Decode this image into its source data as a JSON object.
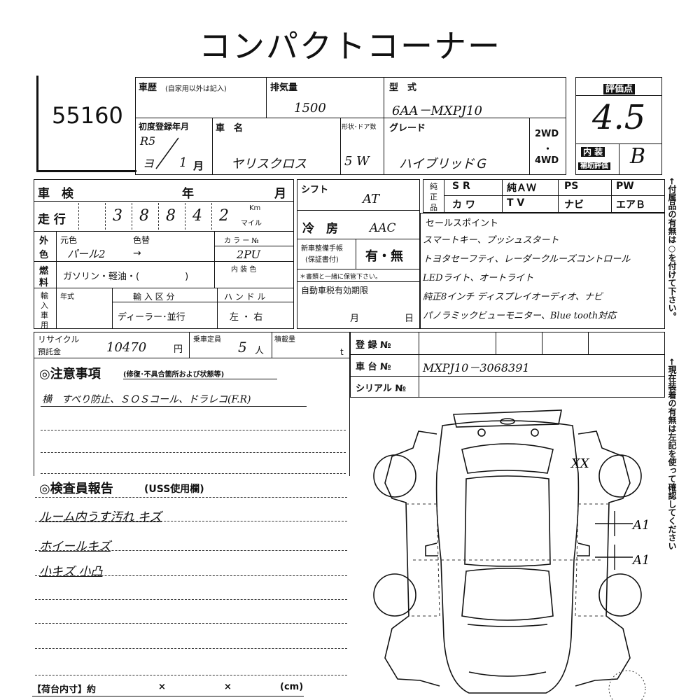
{
  "title": "コンパクトコーナー",
  "lot_number": "55160",
  "history": {
    "label": "車歴",
    "sub": "(自家用以外は記入)",
    "value": ""
  },
  "displacement": {
    "label": "排気量",
    "value": "1500"
  },
  "model_type": {
    "label": "型　式",
    "value": "6AA－MXPJ10"
  },
  "first_reg": {
    "label": "初度登録年月",
    "era": "R5",
    "year": "ヨ",
    "month": "1",
    "month_unit": "月"
  },
  "car_name": {
    "label": "車　名",
    "value": "ヤリスクロス"
  },
  "door": {
    "label": "形状･ドア数",
    "value": "5 W"
  },
  "grade": {
    "label": "グレード",
    "value": "ハイブリッドＧ"
  },
  "drive": {
    "two": "2WD",
    "dot": "・",
    "four": "4WD"
  },
  "score": {
    "label": "評価点",
    "value": "4.5"
  },
  "interior": {
    "label1": "内 装",
    "label2": "補助評価",
    "value": "B"
  },
  "inspection": {
    "label": "車　検",
    "year": "年",
    "month": "月"
  },
  "mileage": {
    "label": "走 行",
    "digits": [
      "",
      "3",
      "8",
      "8",
      "4",
      "2"
    ],
    "unit_km": "Km",
    "unit_mile": "マイル"
  },
  "color": {
    "label_outer": "外",
    "label_color": "色",
    "original_label": "元色",
    "original": "パール2",
    "arrow": "→",
    "change_label": "色替",
    "code_label": "カ ラ ー №",
    "code": "2PU"
  },
  "fuel": {
    "label1": "燃",
    "label2": "料",
    "value": "ガソリン・軽油・(　　　　　)",
    "interior_color_label": "内 装 色"
  },
  "import": {
    "label1": "輸",
    "label2": "入",
    "label3": "車",
    "label4": "用",
    "year_label": "年式",
    "category_label": "輸 入 区 分",
    "category_value": "ディーラー･並行",
    "handle_label": "ハ ン ド ル",
    "handle_value": "左 ・ 右"
  },
  "shift": {
    "label": "シフト",
    "value": "AT"
  },
  "aircon": {
    "label": "冷　房",
    "value": "AAC"
  },
  "manual": {
    "label1": "新車整備手帳",
    "label2": "(保証書付)",
    "value": "有・無",
    "note": "＊書類と一緒に保管下さい。"
  },
  "tax": {
    "label": "自動車税有効期限",
    "month": "月",
    "day": "日"
  },
  "equipment": {
    "label1": "純",
    "label2": "正",
    "label3": "品",
    "row1": [
      "S R",
      "純ＡＷ",
      "PS",
      "PW"
    ],
    "row2": [
      "カ ワ",
      "T V",
      "ナビ",
      "エアＢ"
    ]
  },
  "sales_points": {
    "label": "セールスポイント",
    "lines": [
      "スマートキー、プッシュスタート",
      "トヨタセーフティ、レーダークルーズコントロール",
      "LEDライト、オートライト",
      "純正8インチ ディスプレイオーディオ、ナビ",
      "パノラミックビューモニター、Blue tooth対応"
    ]
  },
  "side_note": "←付属品の有無は○を付けて下さい。",
  "side_note2": "←現在装着の有無は左記を使って確認してください",
  "recycle": {
    "label1": "リサイクル",
    "label2": "預託金",
    "value": "10470",
    "unit": "円",
    "capacity_label": "乗車定員",
    "capacity": "5",
    "capacity_unit": "人",
    "load_label": "積載量",
    "load_unit": "t"
  },
  "registration": {
    "label": "登 録 №",
    "value": ""
  },
  "chassis": {
    "label": "車 台 №",
    "value": "MXPJ10－3068391"
  },
  "serial": {
    "label": "シリアル №",
    "value": ""
  },
  "caution": {
    "label": "◎注意事項",
    "sub": "(修復･不具合箇所および状態等)",
    "line1": "横　すべり防止、ＳＯＳコール、ドラレコ(F.R)"
  },
  "inspector": {
    "label": "◎検査員報告",
    "sub": "(USS使用欄)",
    "lines": [
      "ルーム内うす汚れ キズ",
      "ホイールキズ",
      "小キズ 小凸"
    ]
  },
  "bed": {
    "label": "【荷台内寸】約",
    "x1": "×",
    "x2": "×",
    "unit": "(cm)"
  },
  "damage": {
    "mark1": "XX",
    "mark2": "A1",
    "mark3": "A1"
  }
}
